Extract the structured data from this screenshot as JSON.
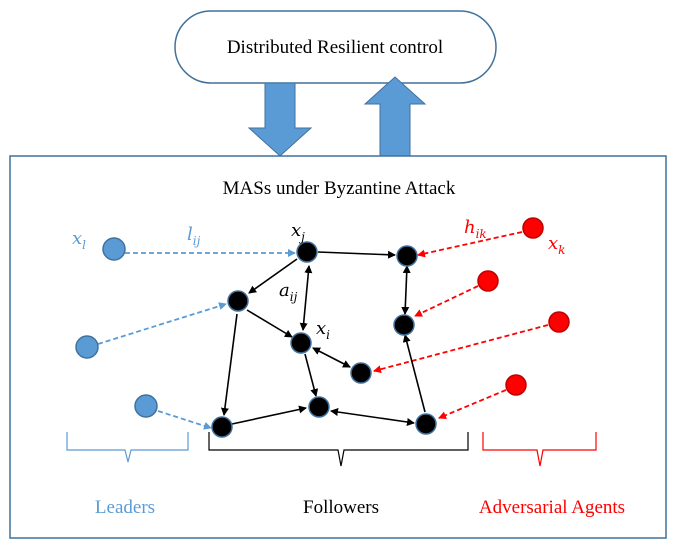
{
  "control_box": {
    "label": "Distributed Resilient control"
  },
  "system_box": {
    "title": "MASs under Byzantine Attack"
  },
  "groups": {
    "leaders": "Leaders",
    "followers": "Followers",
    "adversarial": "Adversarial Agents"
  },
  "math_labels": {
    "x_l": "x",
    "x_l_sub": "l",
    "l_ij": "l",
    "l_ij_sub": "ij",
    "x_j": "x",
    "x_j_sub": "j",
    "a_ij": "a",
    "a_ij_sub": "ij",
    "x_i": "x",
    "x_i_sub": "i",
    "h_ik": "h",
    "h_ik_sub": "ik",
    "x_k": "x",
    "x_k_sub": "k"
  },
  "colors": {
    "leader": "#5b9bd5",
    "follower": "#000000",
    "adversary": "#ff0000",
    "arrow_fill": "#5b9bd5",
    "box_stroke": "#41719c",
    "text": "#000000"
  }
}
